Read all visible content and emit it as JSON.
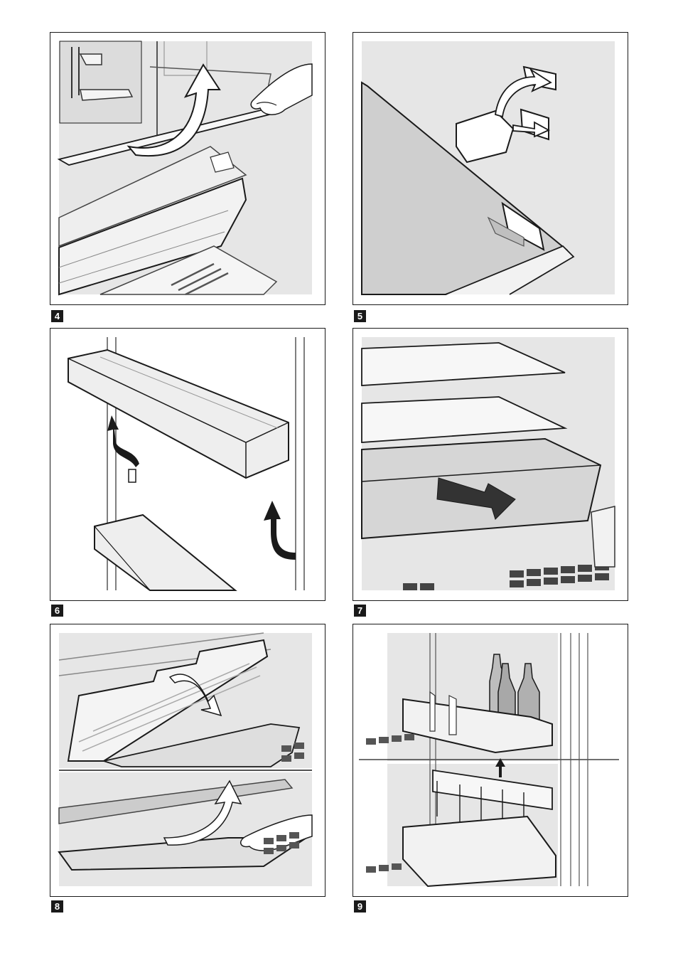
{
  "figures": [
    {
      "number": "4",
      "depicts": "glass-shelf-removal"
    },
    {
      "number": "5",
      "depicts": "shelf-support-repositioning"
    },
    {
      "number": "6",
      "depicts": "door-tray-removal"
    },
    {
      "number": "7",
      "depicts": "drawer-removal"
    },
    {
      "number": "8",
      "depicts": "crisper-lid-removal"
    },
    {
      "number": "9",
      "depicts": "bottle-holder-adjustment"
    }
  ],
  "colors": {
    "frame": "#1a1a1a",
    "background": "#e6e6e6",
    "label_bg": "#1a1a1a",
    "label_fg": "#ffffff"
  }
}
